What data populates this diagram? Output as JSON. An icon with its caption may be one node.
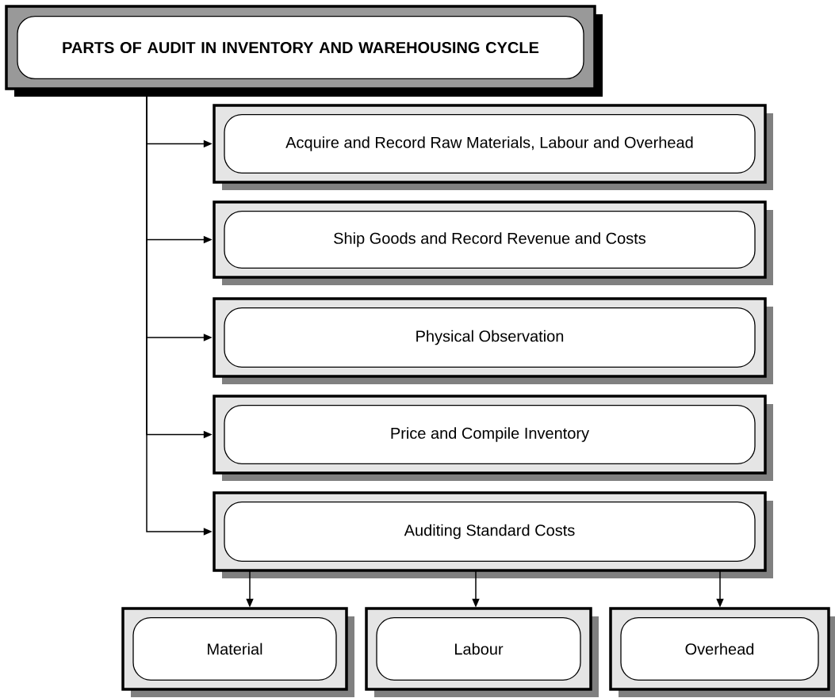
{
  "diagram": {
    "title": "PARTS OF AUDIT IN INVENTORY AND WAREHOUSING CYCLE",
    "nodes": [
      {
        "text": [
          "Acquire and Record Raw Materials, Labour and Overhead"
        ]
      },
      {
        "text": [
          "Ship Goods and Record Revenue and Costs"
        ]
      },
      {
        "text": [
          "Physical Observation"
        ]
      },
      {
        "text": [
          "Price and Compile Inventory"
        ]
      },
      {
        "text": [
          "Auditing Standard Costs"
        ]
      },
      {
        "text": [
          "Material"
        ]
      },
      {
        "text": [
          "Labour"
        ]
      },
      {
        "text": [
          "Overhead"
        ]
      }
    ],
    "edges": [
      {
        "from": null,
        "to": 0,
        "arrow": "to"
      },
      {
        "from": null,
        "to": 1,
        "arrow": "to"
      },
      {
        "from": null,
        "to": 2,
        "arrow": "to"
      },
      {
        "from": null,
        "to": 3,
        "arrow": "to"
      },
      {
        "from": null,
        "to": 4,
        "arrow": "to"
      },
      {
        "from": 4,
        "to": 5,
        "arrow": "to"
      },
      {
        "from": 4,
        "to": 6,
        "arrow": "to"
      },
      {
        "from": 4,
        "to": 7,
        "arrow": "to"
      }
    ]
  }
}
